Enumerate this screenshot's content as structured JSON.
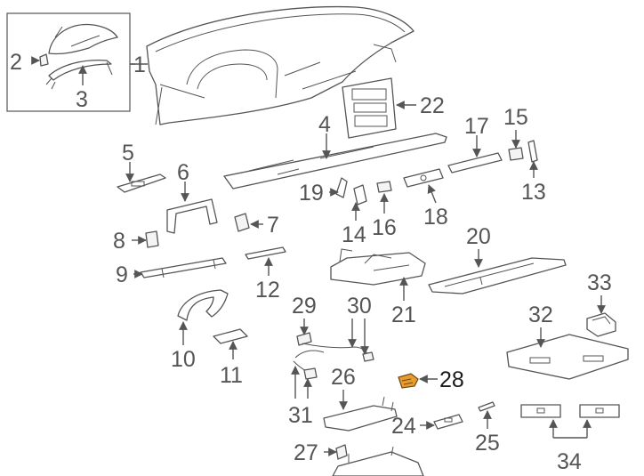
{
  "diagram": {
    "highlight_color": "#e89b2e",
    "line_color": "#555555",
    "callouts": [
      {
        "id": "1",
        "label": "1"
      },
      {
        "id": "2",
        "label": "2"
      },
      {
        "id": "3",
        "label": "3"
      },
      {
        "id": "4",
        "label": "4"
      },
      {
        "id": "5",
        "label": "5"
      },
      {
        "id": "6",
        "label": "6"
      },
      {
        "id": "7",
        "label": "7"
      },
      {
        "id": "8",
        "label": "8"
      },
      {
        "id": "9",
        "label": "9"
      },
      {
        "id": "10",
        "label": "10"
      },
      {
        "id": "11",
        "label": "11"
      },
      {
        "id": "12",
        "label": "12"
      },
      {
        "id": "13",
        "label": "13"
      },
      {
        "id": "14",
        "label": "14"
      },
      {
        "id": "15",
        "label": "15"
      },
      {
        "id": "16",
        "label": "16"
      },
      {
        "id": "17",
        "label": "17"
      },
      {
        "id": "18",
        "label": "18"
      },
      {
        "id": "19",
        "label": "19"
      },
      {
        "id": "20",
        "label": "20"
      },
      {
        "id": "21",
        "label": "21"
      },
      {
        "id": "22",
        "label": "22"
      },
      {
        "id": "24",
        "label": "24"
      },
      {
        "id": "25",
        "label": "25"
      },
      {
        "id": "26",
        "label": "26"
      },
      {
        "id": "27",
        "label": "27"
      },
      {
        "id": "28",
        "label": "28"
      },
      {
        "id": "29",
        "label": "29"
      },
      {
        "id": "30",
        "label": "30"
      },
      {
        "id": "31",
        "label": "31"
      },
      {
        "id": "32",
        "label": "32"
      },
      {
        "id": "33",
        "label": "33"
      },
      {
        "id": "34",
        "label": "34"
      }
    ]
  }
}
